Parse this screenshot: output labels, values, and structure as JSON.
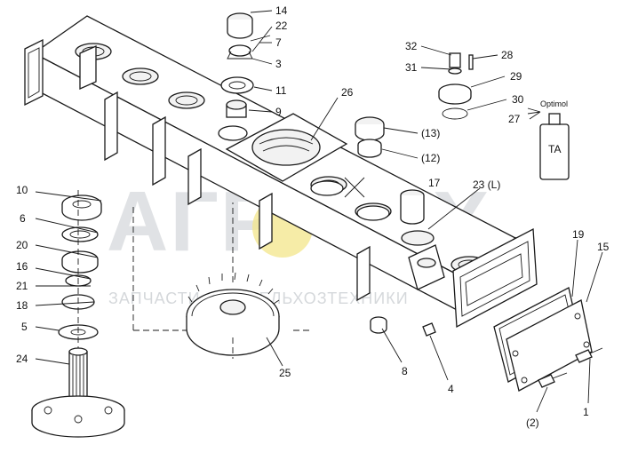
{
  "watermark": {
    "brand_left": "АГР",
    "brand_right": "ТЕХ",
    "tagline": "ЗАПЧАСТИ ДЛЯ СЕЛЬХОЗТЕХНИКИ",
    "logo_color": "#f3e58a"
  },
  "callouts": {
    "c14": "14",
    "c22": "22",
    "c7": "7",
    "c3": "3",
    "c11": "11",
    "c9": "9",
    "c26": "26",
    "c32": "32",
    "c28": "28",
    "c31": "31",
    "c29": "29",
    "c30": "30",
    "c27": "27",
    "c13": "(13)",
    "c12": "(12)",
    "c17": "17",
    "c23": "23 (L)",
    "c10": "10",
    "c6": "6",
    "c20": "20",
    "c16": "16",
    "c21": "21",
    "c18": "18",
    "c5": "5",
    "c24": "24",
    "c25": "25",
    "c8": "8",
    "c4": "4",
    "c19": "19",
    "c15": "15",
    "c2": "(2)",
    "c1": "1"
  },
  "labels": {
    "lubricant": "Optimol",
    "can_marking": "TA"
  }
}
